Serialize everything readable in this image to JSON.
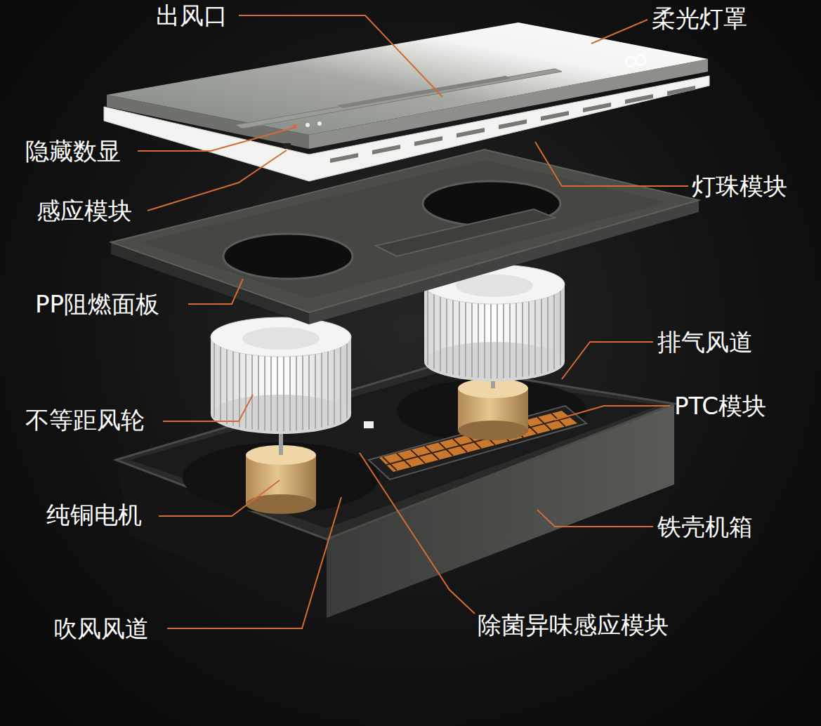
{
  "diagram": {
    "labels": [
      "出风口",
      "柔光灯罩",
      "隐藏数显",
      "灯珠模块",
      "感应模块",
      "PP阻燃面板",
      "排气风道",
      "PTC模块",
      "不等距风轮",
      "纯铜电机",
      "铁壳机箱",
      "除菌异味感应模块",
      "吹风风道"
    ]
  }
}
